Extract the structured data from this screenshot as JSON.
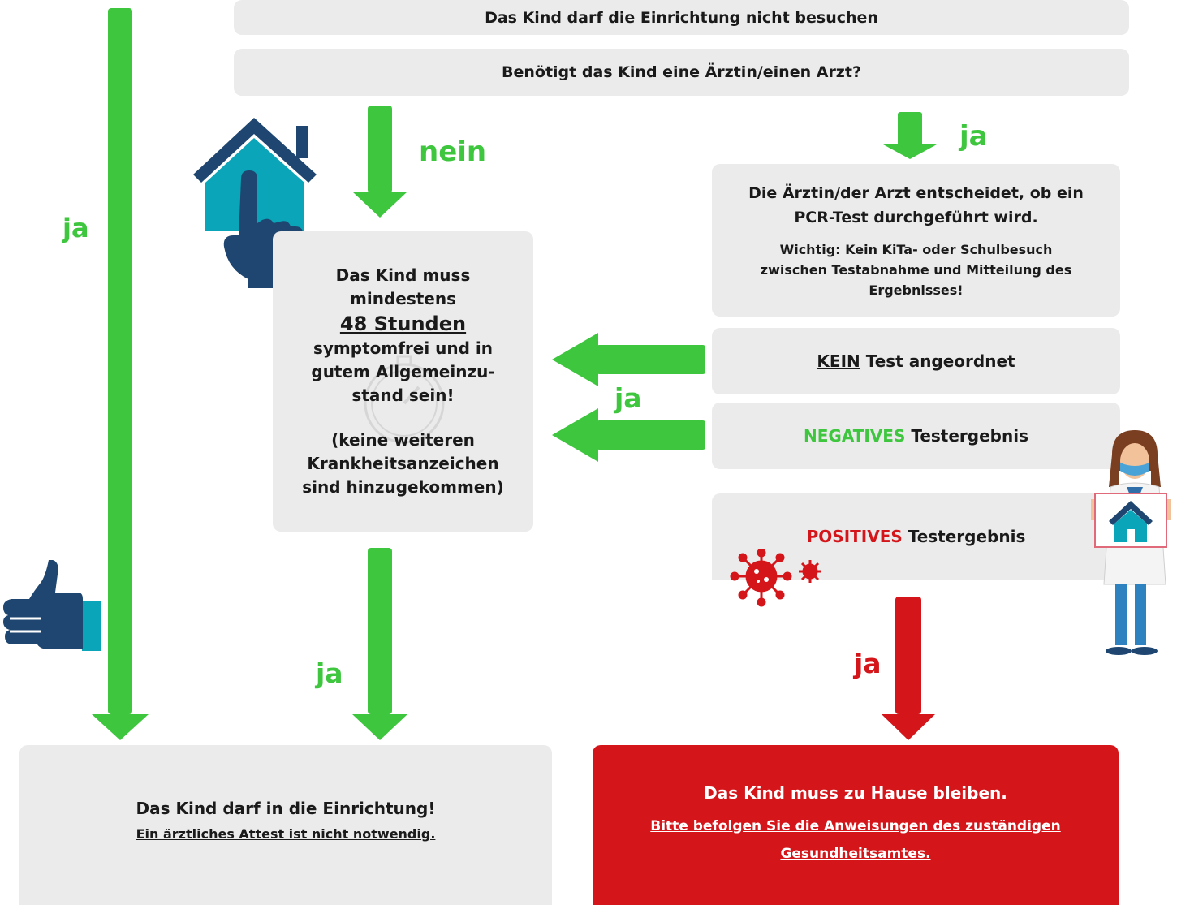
{
  "top_bars": {
    "line1": "Das Kind darf die Einrichtung nicht besuchen",
    "line2": "Benötigt das Kind eine Ärztin/einen Arzt?"
  },
  "labels": {
    "ja_left": "ja",
    "nein": "nein",
    "ja_top_right": "ja",
    "ja_middle": "ja",
    "ja_bottom_center": "ja",
    "ja_red": "ja"
  },
  "center_box": {
    "l1": "Das Kind muss",
    "l2": "mindestens",
    "emph": "48 Stunden",
    "l3": "symptomfrei und in",
    "l4": "gutem Allgemeinzu-",
    "l5": "stand sein!",
    "l6": "(keine weiteren",
    "l7": "Krankheitsanzeichen",
    "l8": "sind hinzugekommen)"
  },
  "doctor_box": {
    "line1": "Die Ärztin/der Arzt entscheidet, ob ein",
    "line2": "PCR-Test durchgeführt wird.",
    "note1": "Wichtig: Kein KiTa- oder Schulbesuch",
    "note2": "zwischen Testabnahme und Mitteilung des",
    "note3": "Ergebnisses!"
  },
  "kein_test": {
    "emph": "KEIN",
    "rest": " Test angeordnet"
  },
  "negativ": {
    "emph": "NEGATIVES",
    "rest": " Testergebnis"
  },
  "positiv": {
    "emph": "POSITIVES",
    "rest": " Testergebnis"
  },
  "result_ok": {
    "title": "Das Kind darf in die Einrichtung!",
    "sub": "Ein ärztliches Attest ist nicht notwendig."
  },
  "result_home": {
    "title": "Das Kind muss zu Hause bleiben.",
    "sub1": "Bitte befolgen Sie die Anweisungen des zuständigen ",
    "sub2": "Gesundheitsamtes."
  },
  "colors": {
    "green": "#3ec63e",
    "red": "#d4161b",
    "box_gray": "#ebebeb",
    "navy": "#1e4670",
    "teal": "#0aa5b8"
  }
}
